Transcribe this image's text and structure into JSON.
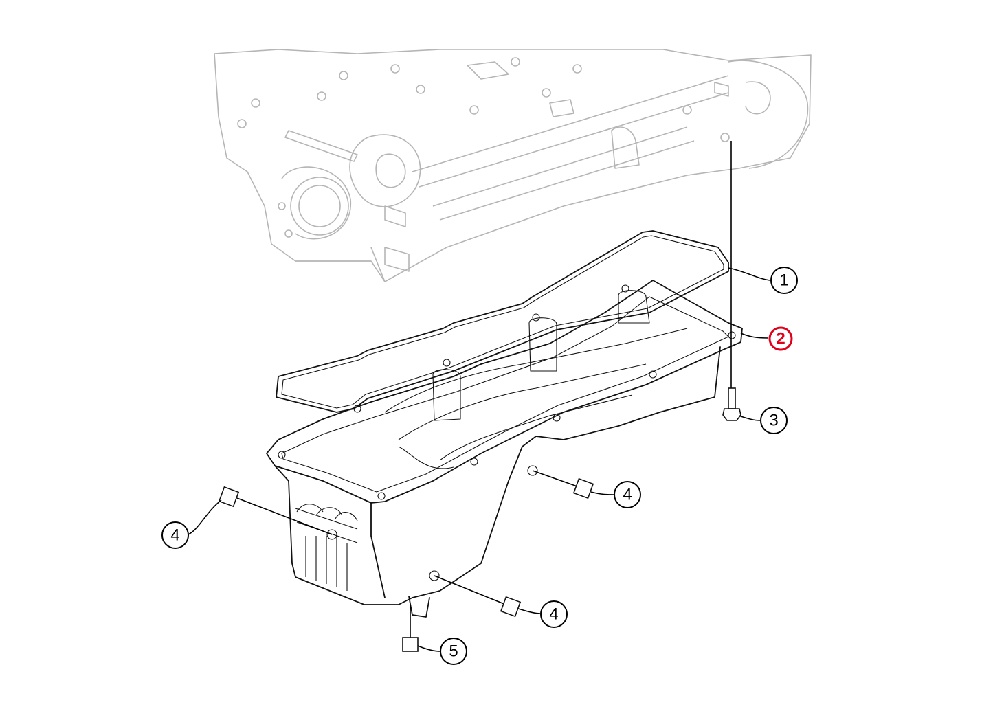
{
  "colors": {
    "engine_line": "#b5b5b5",
    "part_line": "#111111",
    "highlight": "#e0001a"
  },
  "callouts": [
    {
      "id": "c1",
      "label": "1",
      "highlighted": false
    },
    {
      "id": "c2",
      "label": "2",
      "highlighted": true
    },
    {
      "id": "c3",
      "label": "3",
      "highlighted": false
    },
    {
      "id": "c4a",
      "label": "4",
      "highlighted": false
    },
    {
      "id": "c4b",
      "label": "4",
      "highlighted": false
    },
    {
      "id": "c4c",
      "label": "4",
      "highlighted": false
    },
    {
      "id": "c5",
      "label": "5",
      "highlighted": false
    }
  ]
}
